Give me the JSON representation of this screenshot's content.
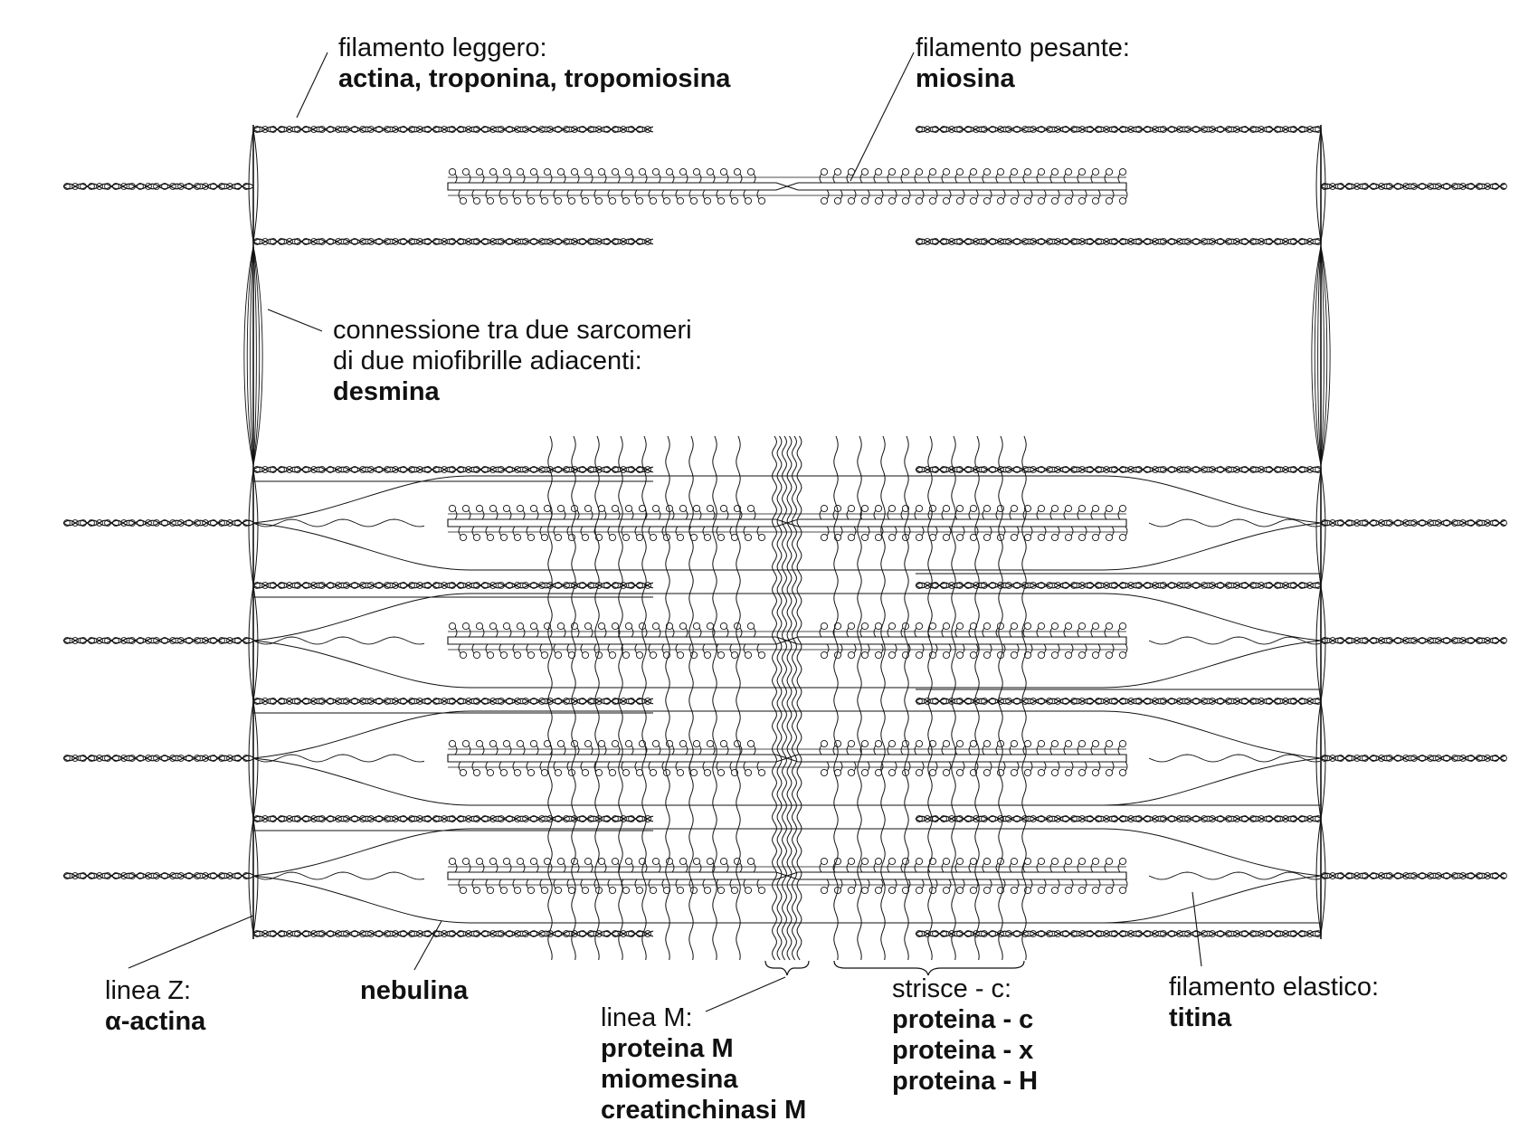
{
  "labels": {
    "thin_filament": {
      "line1": "filamento leggero:",
      "line2": "actina, troponina, tropomiosina"
    },
    "thick_filament": {
      "line1": "filamento pesante:",
      "line2": "miosina"
    },
    "desmin": {
      "line1": "connessione tra due sarcomeri",
      "line2": "di due miofibrille adiacenti:",
      "line3": "desmina"
    },
    "z_line": {
      "line1": "linea Z:",
      "line2": "α-actina"
    },
    "nebulin": {
      "line1": "nebulina"
    },
    "m_line": {
      "line1": "linea M:",
      "line2": "proteina M",
      "line3": "miomesina",
      "line4": "creatinchinasi M"
    },
    "c_stripes": {
      "line1": "strisce - c:",
      "line2": "proteina - c",
      "line3": "proteina - x",
      "line4": "proteina - H"
    },
    "titin": {
      "line1": "filamento elastico:",
      "line2": "titina"
    }
  },
  "colors": {
    "ink": "#111111"
  }
}
